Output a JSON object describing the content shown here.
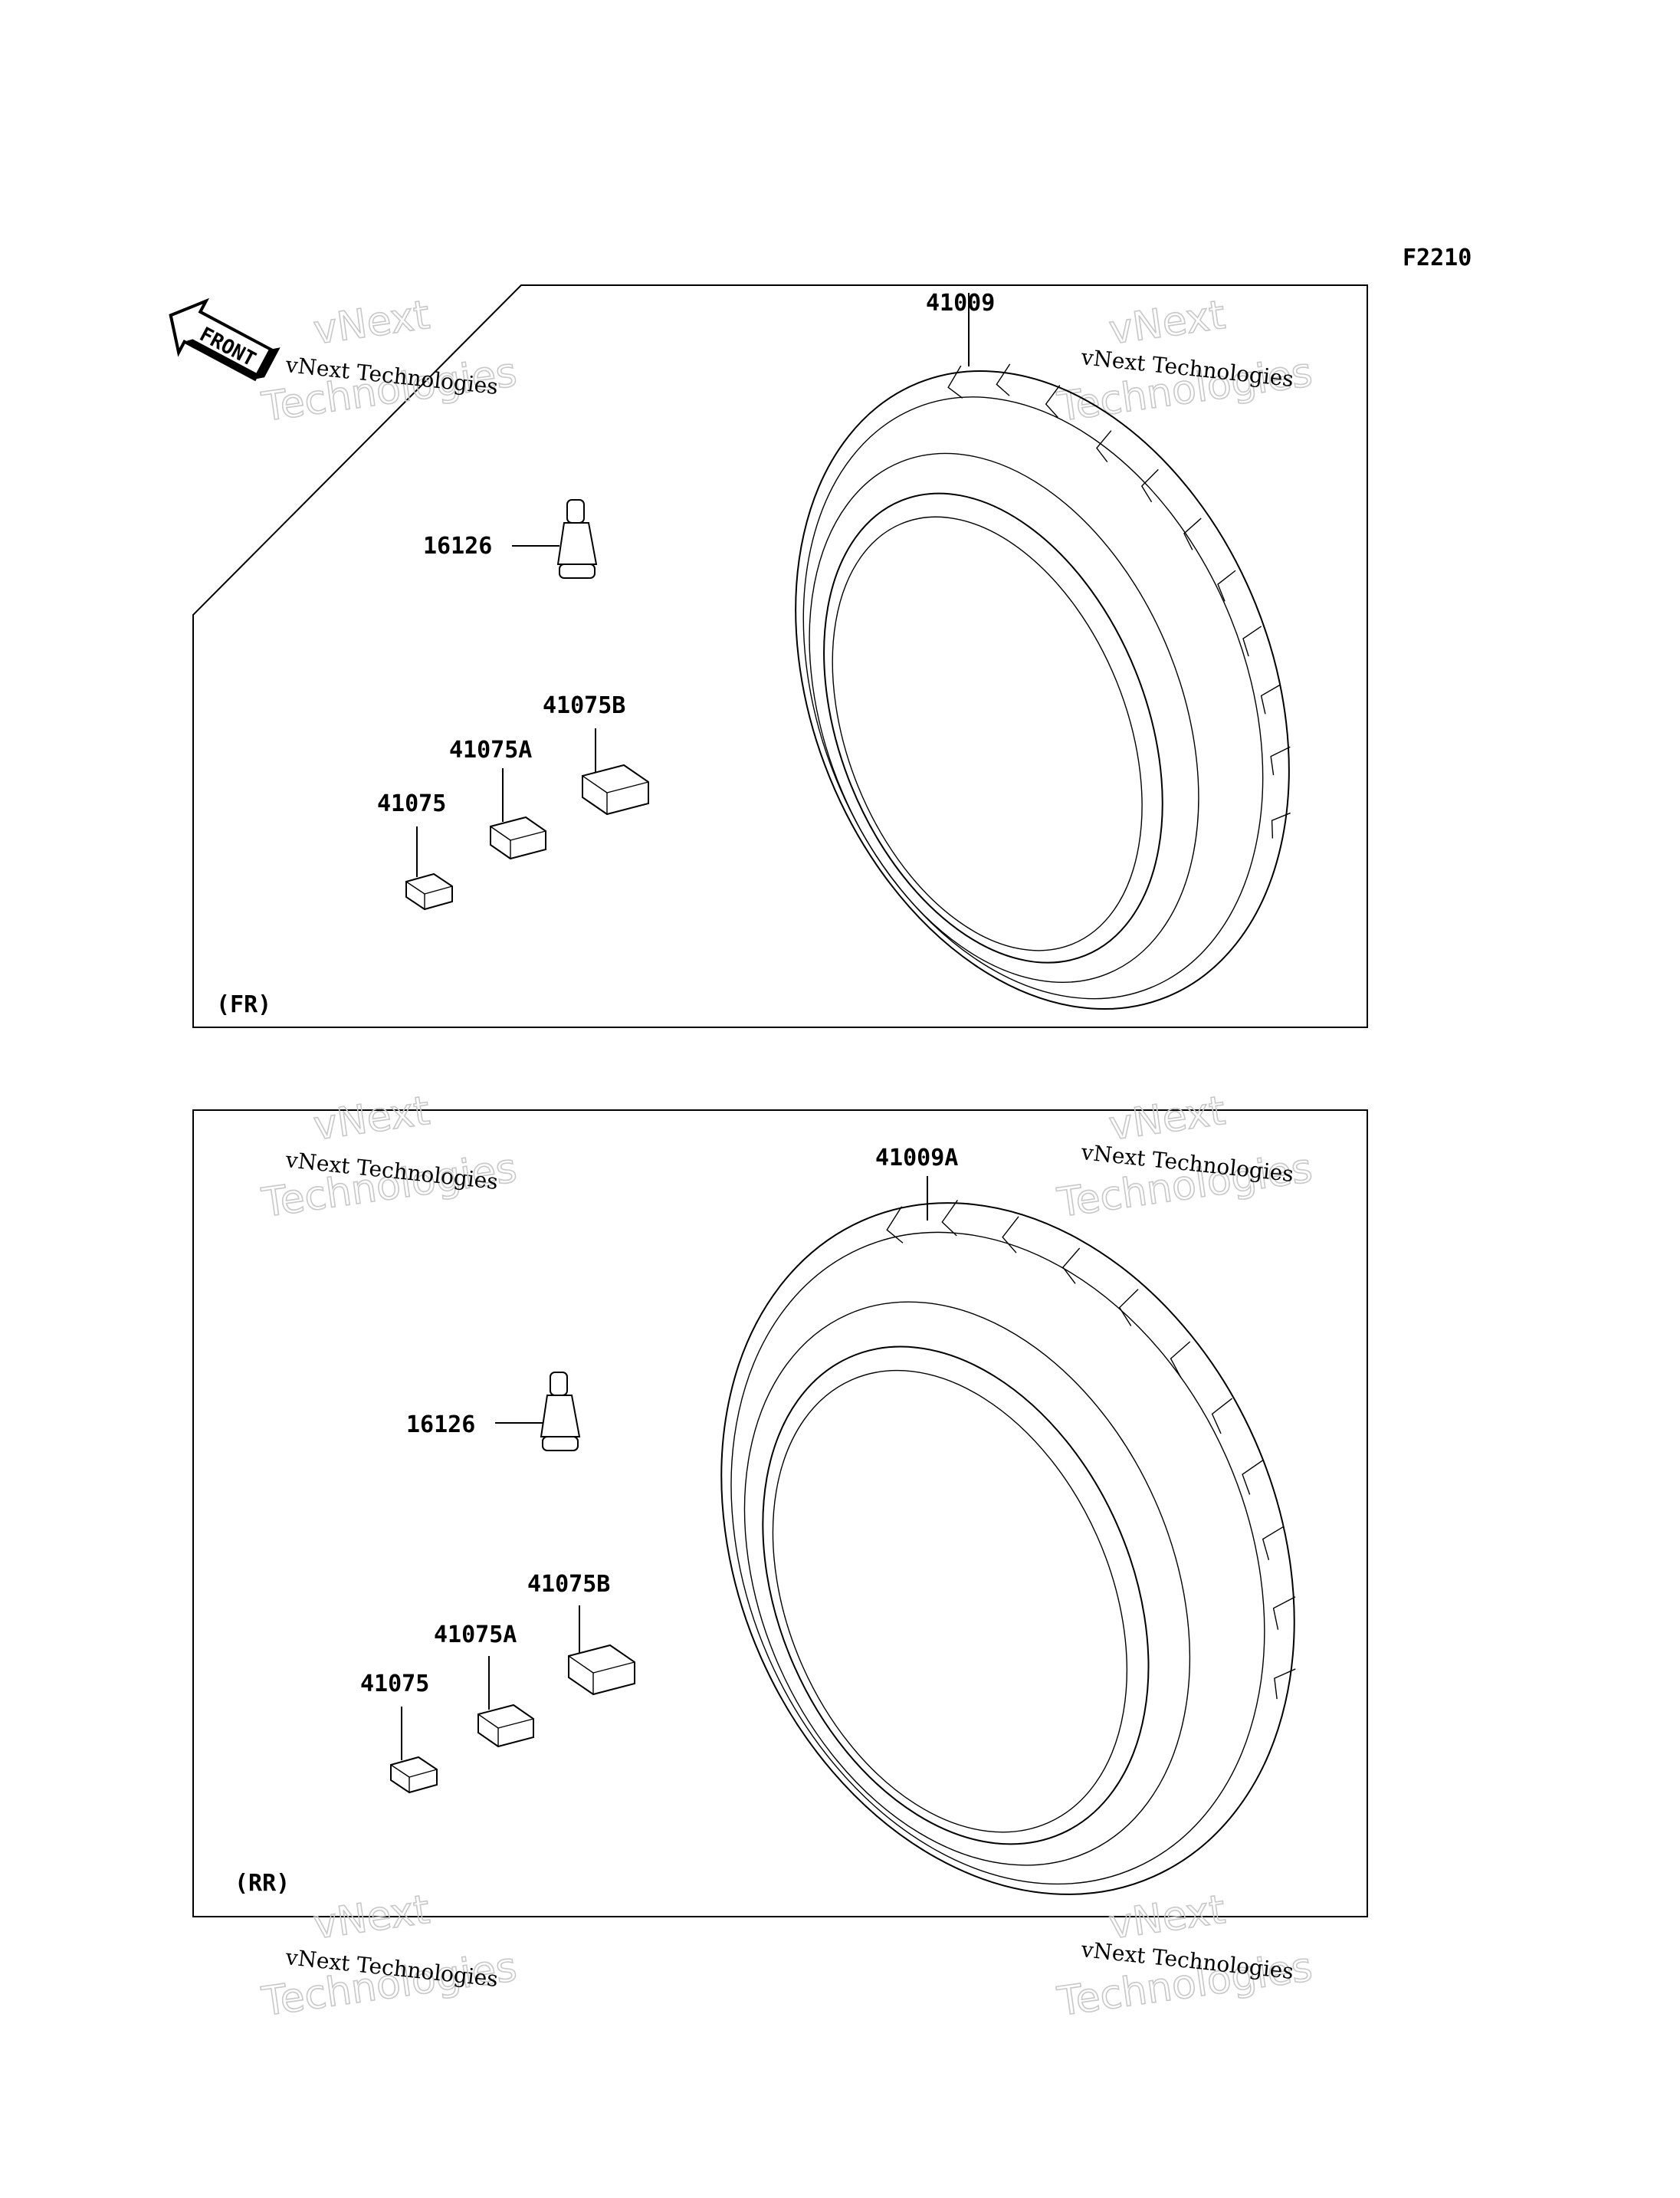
{
  "diagram_code": "F2210",
  "front_arrow_text": "FRONT",
  "watermark": {
    "line": "vNext Technologies",
    "big_top": "vNext",
    "big_bottom": "Technologies"
  },
  "panels": [
    {
      "id": "front",
      "caption": "(FR)",
      "labels": {
        "tire": "41009",
        "valve": "16126",
        "weight_b": "41075B",
        "weight_a": "41075A",
        "weight": "41075"
      }
    },
    {
      "id": "rear",
      "caption": "(RR)",
      "labels": {
        "tire": "41009A",
        "valve": "16126",
        "weight_b": "41075B",
        "weight_a": "41075A",
        "weight": "41075"
      }
    }
  ]
}
